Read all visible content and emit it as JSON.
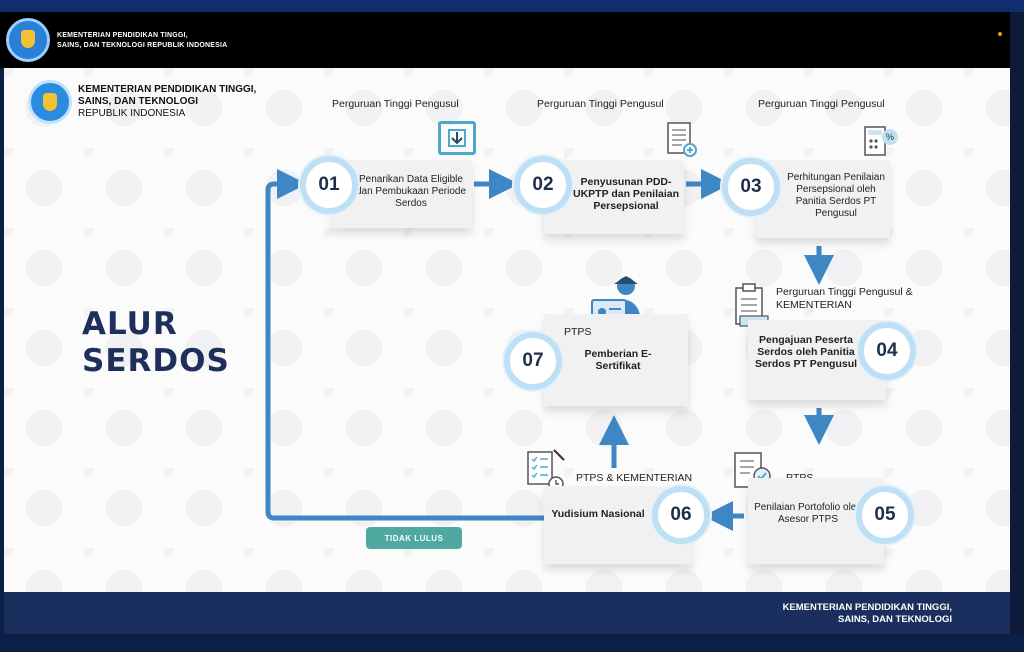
{
  "window": {
    "header_institution": "KEMENTERIAN PENDIDIKAN TINGGI,\nSAINS, DAN TEKNOLOGI REPUBLIK INDONESIA"
  },
  "slide": {
    "inst_line1": "KEMENTERIAN PENDIDIKAN TINGGI,",
    "inst_line2": "SAINS, DAN TEKNOLOGI",
    "inst_line3": "REPUBLIK INDONESIA",
    "title_line1": "ALUR",
    "title_line2": "SERDOS",
    "footer_line1": "KEMENTERIAN PENDIDIKAN TINGGI,",
    "footer_line2": "SAINS, DAN TEKNOLOGI",
    "badge": "TIDAK LULUS"
  },
  "steps": [
    {
      "num": "01",
      "actor": "Perguruan Tinggi Pengusul",
      "text": "Penarikan Data Eligible dan Pembukaan Periode Serdos"
    },
    {
      "num": "02",
      "actor": "Perguruan Tinggi Pengusul",
      "text": "Penyusunan PDD-UKPTP dan Penilaian Persepsional"
    },
    {
      "num": "03",
      "actor": "Perguruan Tinggi Pengusul",
      "text": "Perhitungan Penilaian Persepsional oleh Panitia Serdos PT Pengusul"
    },
    {
      "num": "04",
      "actor": "Perguruan Tinggi Pengusul & KEMENTERIAN",
      "text": "Pengajuan Peserta Serdos oleh Panitia Serdos PT Pengusul"
    },
    {
      "num": "05",
      "actor": "PTPS",
      "text": "Penilaian Portofolio oleh Asesor PTPS"
    },
    {
      "num": "06",
      "actor": "PTPS & KEMENTERIAN",
      "text": "Yudisium Nasional"
    },
    {
      "num": "07",
      "actor": "PTPS",
      "text": "Pemberian E-Sertifikat"
    }
  ],
  "colors": {
    "arrow": "#3f86c4",
    "title": "#1e2f5c",
    "footer": "#1b2f5e",
    "badge": "#4fa9a0"
  }
}
